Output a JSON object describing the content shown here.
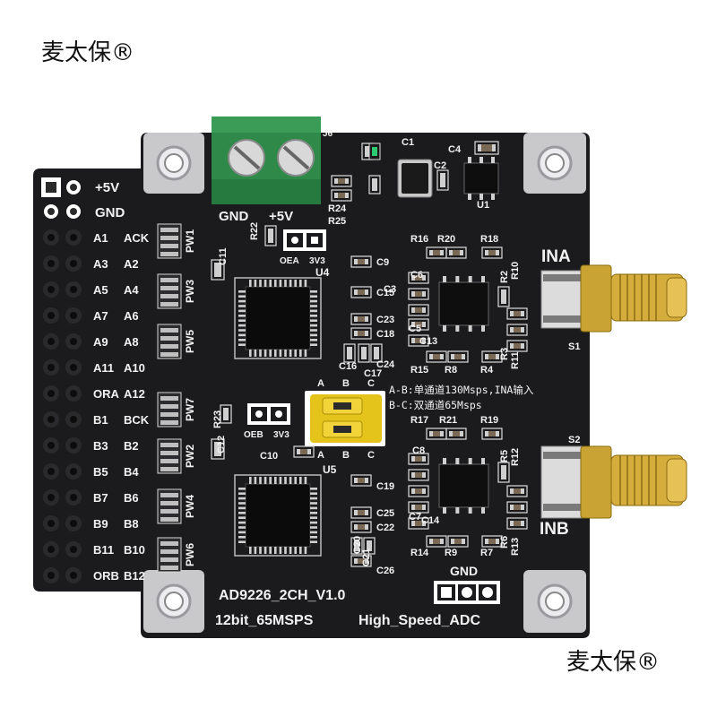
{
  "brand": {
    "top": "麦太保®",
    "bottom": "麦太保®"
  },
  "board": {
    "name": "AD9226_2CH_V1.0",
    "spec": "12bit_65MSPS",
    "type": "High_Speed_ADC",
    "power_terminal": {
      "gnd": "GND",
      "plus5v": "+5V",
      "ref": "J6"
    },
    "header_top": [
      "+5V",
      "GND"
    ],
    "header_left": [
      "A1",
      "A3",
      "A5",
      "A7",
      "A9",
      "A11",
      "ORA",
      "B1",
      "B3",
      "B5",
      "B7",
      "B9",
      "B11",
      "ORB"
    ],
    "header_right": [
      "ACK",
      "A2",
      "A4",
      "A6",
      "A8",
      "A10",
      "A12",
      "BCK",
      "B2",
      "B4",
      "B6",
      "B8",
      "B10",
      "B12"
    ],
    "pw_labels": [
      "PW1",
      "PW3",
      "PW5",
      "PW7",
      "PW2",
      "PW4",
      "PW6"
    ],
    "jumper": {
      "a": "A",
      "b": "B",
      "c": "C",
      "note1": "A-B:单通道130Msps,INA输入",
      "note2": "B-C:双通道65Msps"
    },
    "oe_a": [
      "OEA",
      "3V3"
    ],
    "oe_b": [
      "OEB",
      "3V3"
    ],
    "ports": {
      "ina": "INA",
      "inb": "INB",
      "s1": "S1",
      "s2": "S2"
    },
    "gnd_bottom": "GND",
    "ref_top": [
      "C1",
      "C2",
      "C4",
      "U1",
      "R24",
      "R25",
      "R22"
    ],
    "ref_upper": [
      "R16",
      "R20",
      "R18",
      "C9",
      "C15",
      "C23",
      "C18",
      "C16",
      "C17",
      "C24",
      "C6",
      "C5",
      "C13",
      "C3",
      "R2",
      "R10",
      "R3",
      "R11",
      "R15",
      "R8",
      "R4",
      "U4",
      "C11"
    ],
    "ref_lower": [
      "R17",
      "R21",
      "R19",
      "C8",
      "C10",
      "C19",
      "C25",
      "C22",
      "C20",
      "C21",
      "C26",
      "C7",
      "C14",
      "R14",
      "R9",
      "R7",
      "R5",
      "R12",
      "R6",
      "R13",
      "U5",
      "R23",
      "C12"
    ]
  }
}
